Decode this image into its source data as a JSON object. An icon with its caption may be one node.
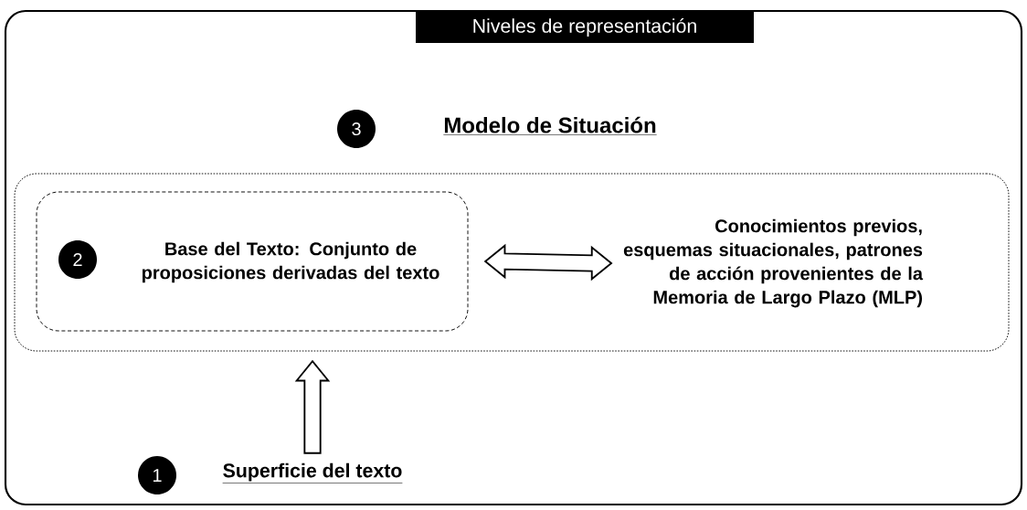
{
  "diagram": {
    "nodes": [
      {
        "text": [
          "Niveles de representación"
        ]
      },
      {
        "text": [
          "3"
        ],
        "in": 0
      },
      {
        "text": [
          "Modelo de Situación"
        ],
        "in": 0
      },
      {
        "text": [
          "Base del Texto: Conjunto de proposiciones derivadas del texto"
        ],
        "in": 2
      },
      {
        "text": [
          "2"
        ],
        "in": 3
      },
      {
        "text": [
          "Conocimientos previos, esquemas situacionales, patrones de acción provenientes de la Memoria de Largo Plazo (MLP)"
        ],
        "in": 2
      },
      {
        "text": [
          "1"
        ],
        "in": 0
      },
      {
        "text": [
          "Superficie del texto"
        ],
        "in": 0
      }
    ],
    "edges": [
      {
        "from": 3,
        "to": 5,
        "arrow": "both"
      },
      {
        "from": 7,
        "to": 2,
        "arrow": "to"
      }
    ]
  }
}
